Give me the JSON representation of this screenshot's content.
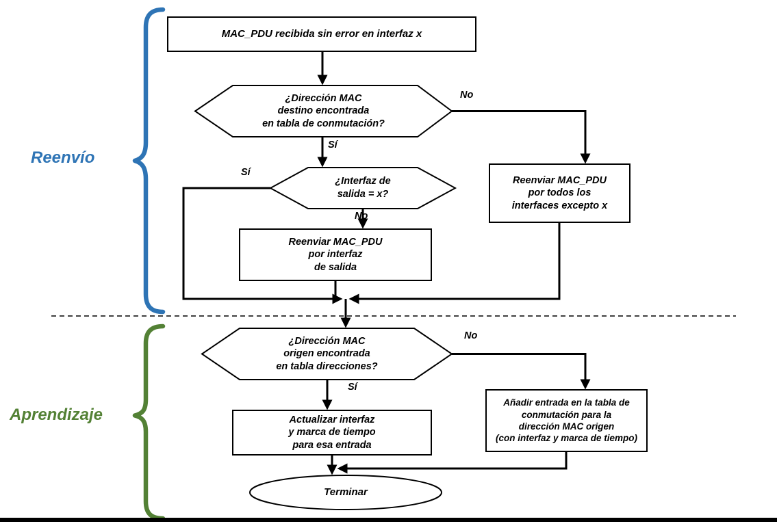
{
  "sections": {
    "reenvio": {
      "label": "Reenvío",
      "color": "#2E74B5"
    },
    "aprendizaje": {
      "label": "Aprendizaje",
      "color": "#538135"
    }
  },
  "nodes": {
    "start": "MAC_PDU recibida sin error en interfaz x",
    "decision_destino": "¿Dirección MAC\ndestino encontrada\nen tabla de conmutación?",
    "decision_interfaz": "¿Interfaz de\nsalida = x?",
    "reenviar_todos": "Reenviar MAC_PDU\npor todos los\ninterfaces excepto x",
    "reenviar_salida": "Reenviar MAC_PDU\npor interfaz\nde salida",
    "decision_origen": "¿Dirección MAC\norigen encontrada\nen tabla direcciones?",
    "anadir_entrada": "Añadir entrada en la tabla de\nconmutación para la\ndirección MAC origen\n(con interfaz y marca de tiempo)",
    "actualizar_entrada": "Actualizar interfaz\ny marca de tiempo\npara esa entrada",
    "terminar": "Terminar"
  },
  "edge_labels": {
    "si_destino": "Sí",
    "no_destino": "No",
    "si_interfaz": "Sí",
    "no_interfaz": "No",
    "si_origen": "Sí",
    "no_origen": "No"
  },
  "line_color": "#000000",
  "shape_fill": "#ffffff"
}
